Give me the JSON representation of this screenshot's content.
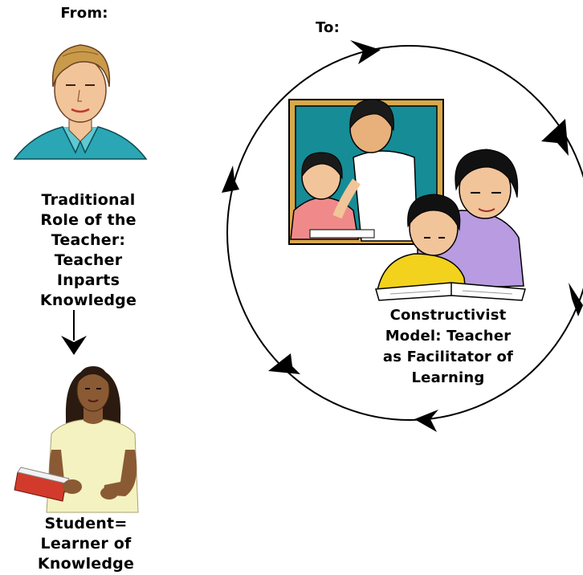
{
  "labels": {
    "from": "From:",
    "to": "To:",
    "traditional_role": "Traditional\nRole of the\nTeacher:\nTeacher\nInparts\nKnowledge",
    "student": "Student=\nLearner of\nKnowledge",
    "constructivist": "Constructivist\nModel: Teacher\nas Facilitator of\nLearning"
  },
  "colors": {
    "shirt_teal": "#2aa6b4",
    "skin": "#f2c49a",
    "hair_blonde": "#c99a4a",
    "student_shirt": "#f4f2c0",
    "book_red": "#d23b2b",
    "frame_gold": "#d8a84a",
    "frame_bg": "#168c96",
    "lavender": "#b89be0",
    "yellow_shirt": "#f2d21c",
    "pink_shirt": "#f08a8a"
  },
  "icons": {
    "cycle": "circular-arrows-icon",
    "down_arrow": "down-arrow-icon"
  }
}
